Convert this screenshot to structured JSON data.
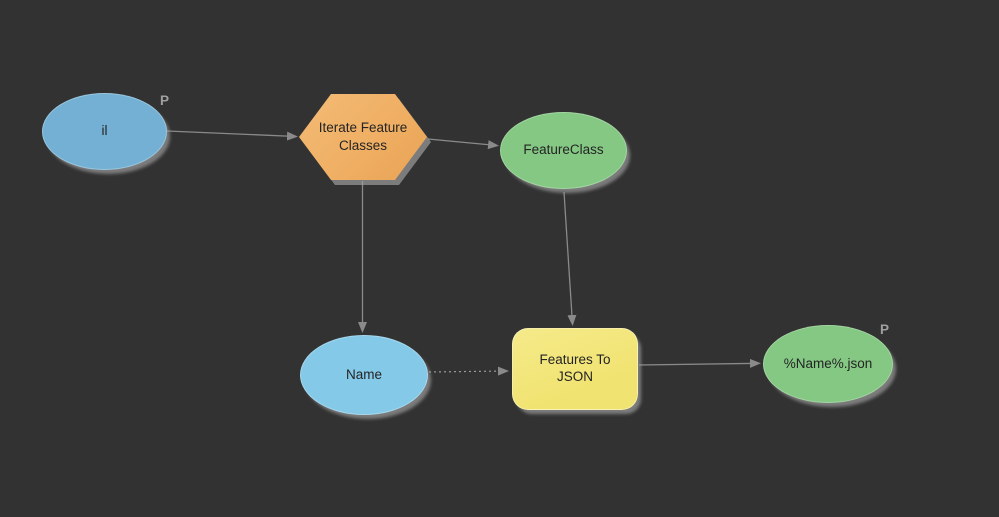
{
  "diagram": {
    "type": "modelbuilder-flow",
    "parameter_badge": "P",
    "nodes": {
      "il": {
        "label": "il",
        "kind": "variable",
        "badge": "P"
      },
      "iterate_feature_classes": {
        "label": "Iterate Feature Classes",
        "kind": "iterator"
      },
      "feature_class": {
        "label": "FeatureClass",
        "kind": "derived-data"
      },
      "name": {
        "label": "Name",
        "kind": "variable"
      },
      "features_to_json": {
        "label": "Features To JSON",
        "kind": "tool"
      },
      "output_json": {
        "label": "%Name%.json",
        "kind": "derived-data",
        "badge": "P"
      }
    },
    "edges": [
      {
        "from": "il",
        "to": "iterate_feature_classes",
        "style": "solid"
      },
      {
        "from": "iterate_feature_classes",
        "to": "feature_class",
        "style": "solid"
      },
      {
        "from": "iterate_feature_classes",
        "to": "name",
        "style": "solid"
      },
      {
        "from": "feature_class",
        "to": "features_to_json",
        "style": "solid"
      },
      {
        "from": "name",
        "to": "features_to_json",
        "style": "dotted"
      },
      {
        "from": "features_to_json",
        "to": "output_json",
        "style": "solid"
      }
    ]
  },
  "colors": {
    "bg": "#323232",
    "connector": "#8a8a8a",
    "text_dark": "#242424",
    "badge": "#a0a0a0",
    "blue_il": "#73b0d3",
    "blue_name": "#85c9e8",
    "green": "#84c883",
    "orange": "#efae62",
    "yellow": "#f1e371"
  }
}
